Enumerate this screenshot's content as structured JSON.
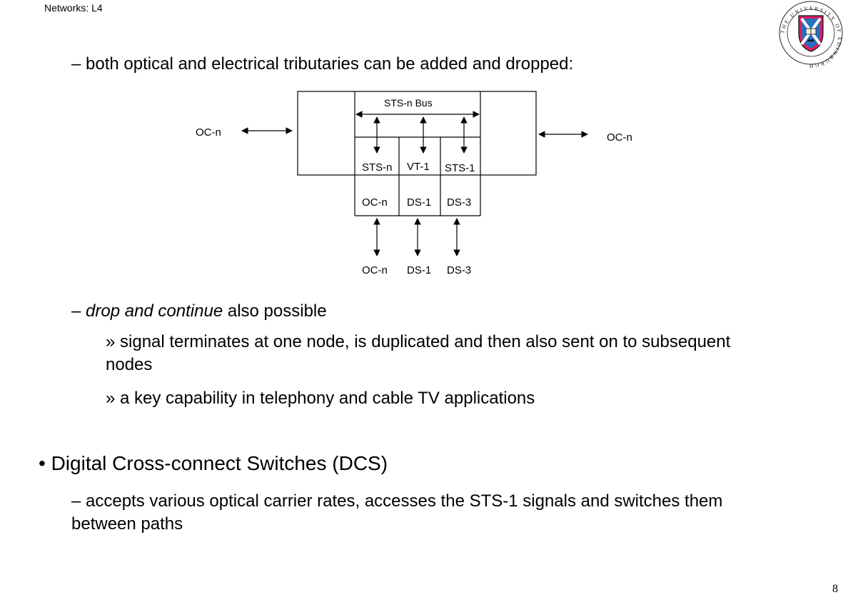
{
  "header": {
    "course": "Networks: L4"
  },
  "footer": {
    "page_number": "8"
  },
  "logo": {
    "name": "university-of-edinburgh-crest",
    "ring_text": "THE UNIVERSITY OF EDINBURGH"
  },
  "slide": {
    "point1": "– both optical and electrical tributaries can be added and dropped:",
    "point2_em": "drop and continue",
    "point2_prefix": "– ",
    "point2_suffix": " also possible",
    "sub1": "» signal terminates at one node, is duplicated and then also sent on to subsequent nodes",
    "sub2": "» a key capability in telephony and cable TV applications",
    "bullet_heading": "• Digital Cross-connect Switches (DCS)",
    "point3": "– accepts various optical carrier rates, accesses the STS-1 signals and switches them between paths"
  },
  "diagram": {
    "bus_label": "STS-n Bus",
    "left_port": "OC-n",
    "right_port": "OC-n",
    "upper_labels": [
      "STS-n",
      "VT-1",
      "STS-1"
    ],
    "lower_labels": [
      "OC-n",
      "DS-1",
      "DS-3"
    ],
    "bottom_labels": [
      "OC-n",
      "DS-1",
      "DS-3"
    ]
  }
}
